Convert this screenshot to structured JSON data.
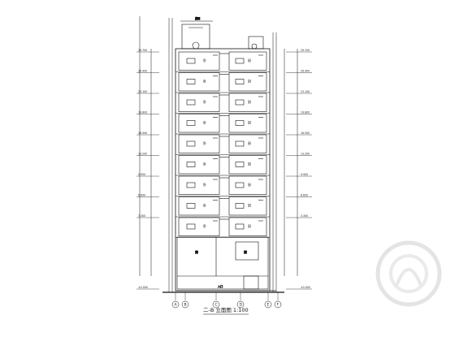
{
  "drawing": {
    "caption": "二-B 立面图 1:100",
    "top_tag": "屋面",
    "floors": [
      {
        "room_left": "卧",
        "room_right": "厨"
      },
      {
        "room_left": "卧",
        "room_right": "厨"
      },
      {
        "room_left": "卧",
        "room_right": "厨"
      },
      {
        "room_left": "卧",
        "room_right": "厨"
      },
      {
        "room_left": "卧",
        "room_right": "厨"
      },
      {
        "room_left": "卧",
        "room_right": "厨"
      },
      {
        "room_left": "卧",
        "room_right": "厨"
      },
      {
        "room_left": "卧",
        "room_right": "厨"
      },
      {
        "room_left": "卧",
        "room_right": "厨"
      }
    ],
    "level_labels_left": [
      "29.700",
      "26.400",
      "23.100",
      "19.800",
      "16.500",
      "13.200",
      "9.900",
      "6.600",
      "3.300",
      "±0.000"
    ],
    "level_labels_right": [
      "29.700",
      "26.400",
      "23.100",
      "19.800",
      "16.500",
      "13.200",
      "9.900",
      "6.600",
      "3.300",
      "±0.000"
    ],
    "ground_room_left": "商",
    "ground_room_right": "商",
    "ground_entry_label": "入口",
    "grid_axes": [
      "A",
      "B",
      "C",
      "D",
      "E",
      "F"
    ],
    "watermark_icon": "stamp-circle-icon"
  }
}
